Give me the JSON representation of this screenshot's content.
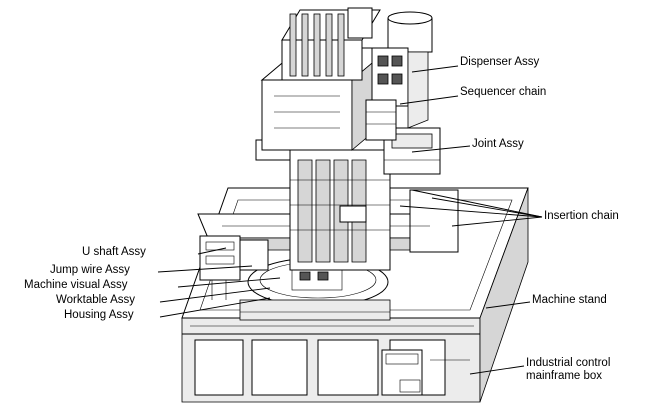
{
  "labels": {
    "dispenser": "Dispenser Assy",
    "sequencer": "Sequencer chain",
    "joint": "Joint Assy",
    "insertion": "Insertion chain",
    "u_shaft": "U shaft Assy",
    "jump_wire": "Jump wire Assy",
    "machine_visual": "Machine visual Assy",
    "worktable": "Worktable Assy",
    "housing": "Housing Assy",
    "machine_stand": "Machine stand",
    "control_box_line1": "Industrial control",
    "control_box_line2": "mainframe box"
  }
}
